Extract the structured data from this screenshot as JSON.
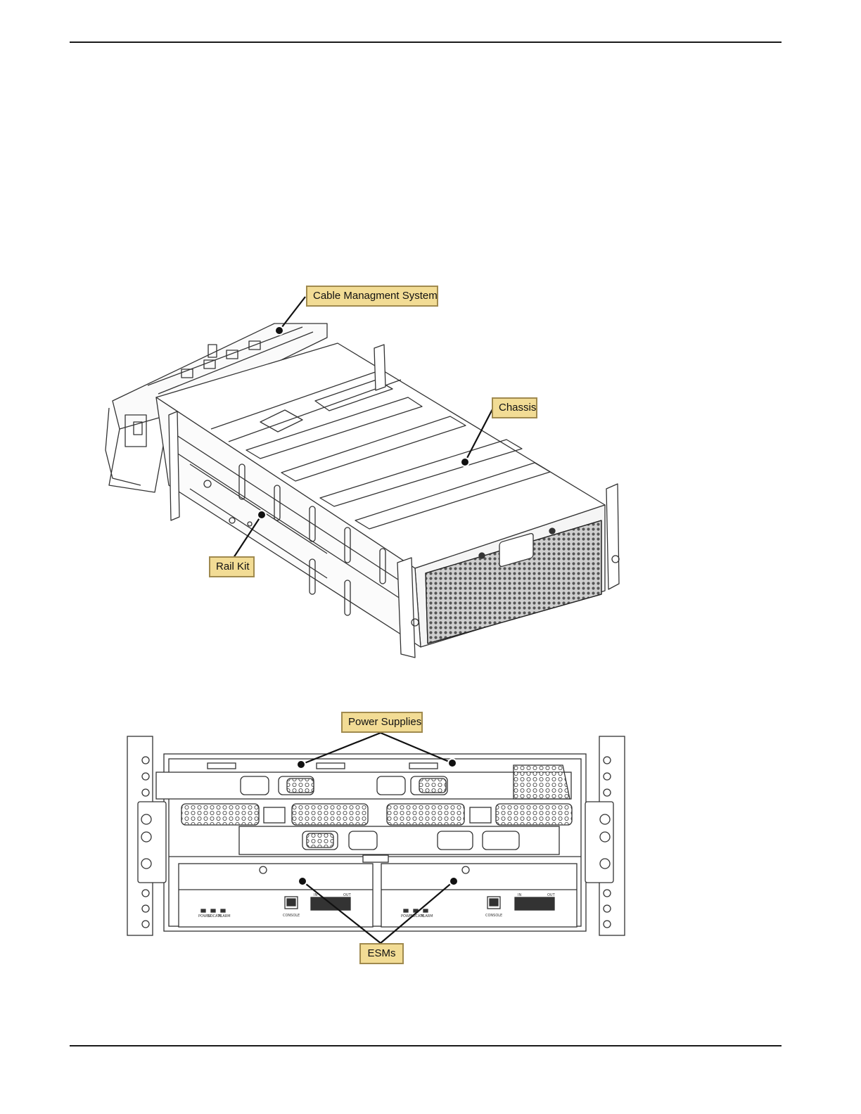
{
  "diagram": {
    "callouts": {
      "cable_management": "Cable Managment System",
      "chassis": "Chassis",
      "rail_kit": "Rail Kit",
      "power_supplies": "Power Supplies",
      "esms": "ESMs"
    },
    "panel_labels": {
      "console": "CONSOLE",
      "in": "IN",
      "out": "OUT",
      "power": "POWER",
      "locate": "LOCATE",
      "alarm": "ALARM"
    },
    "colors": {
      "callout_fill": "#f2dc95",
      "callout_border": "#a08a4e",
      "line": "#222222"
    }
  }
}
